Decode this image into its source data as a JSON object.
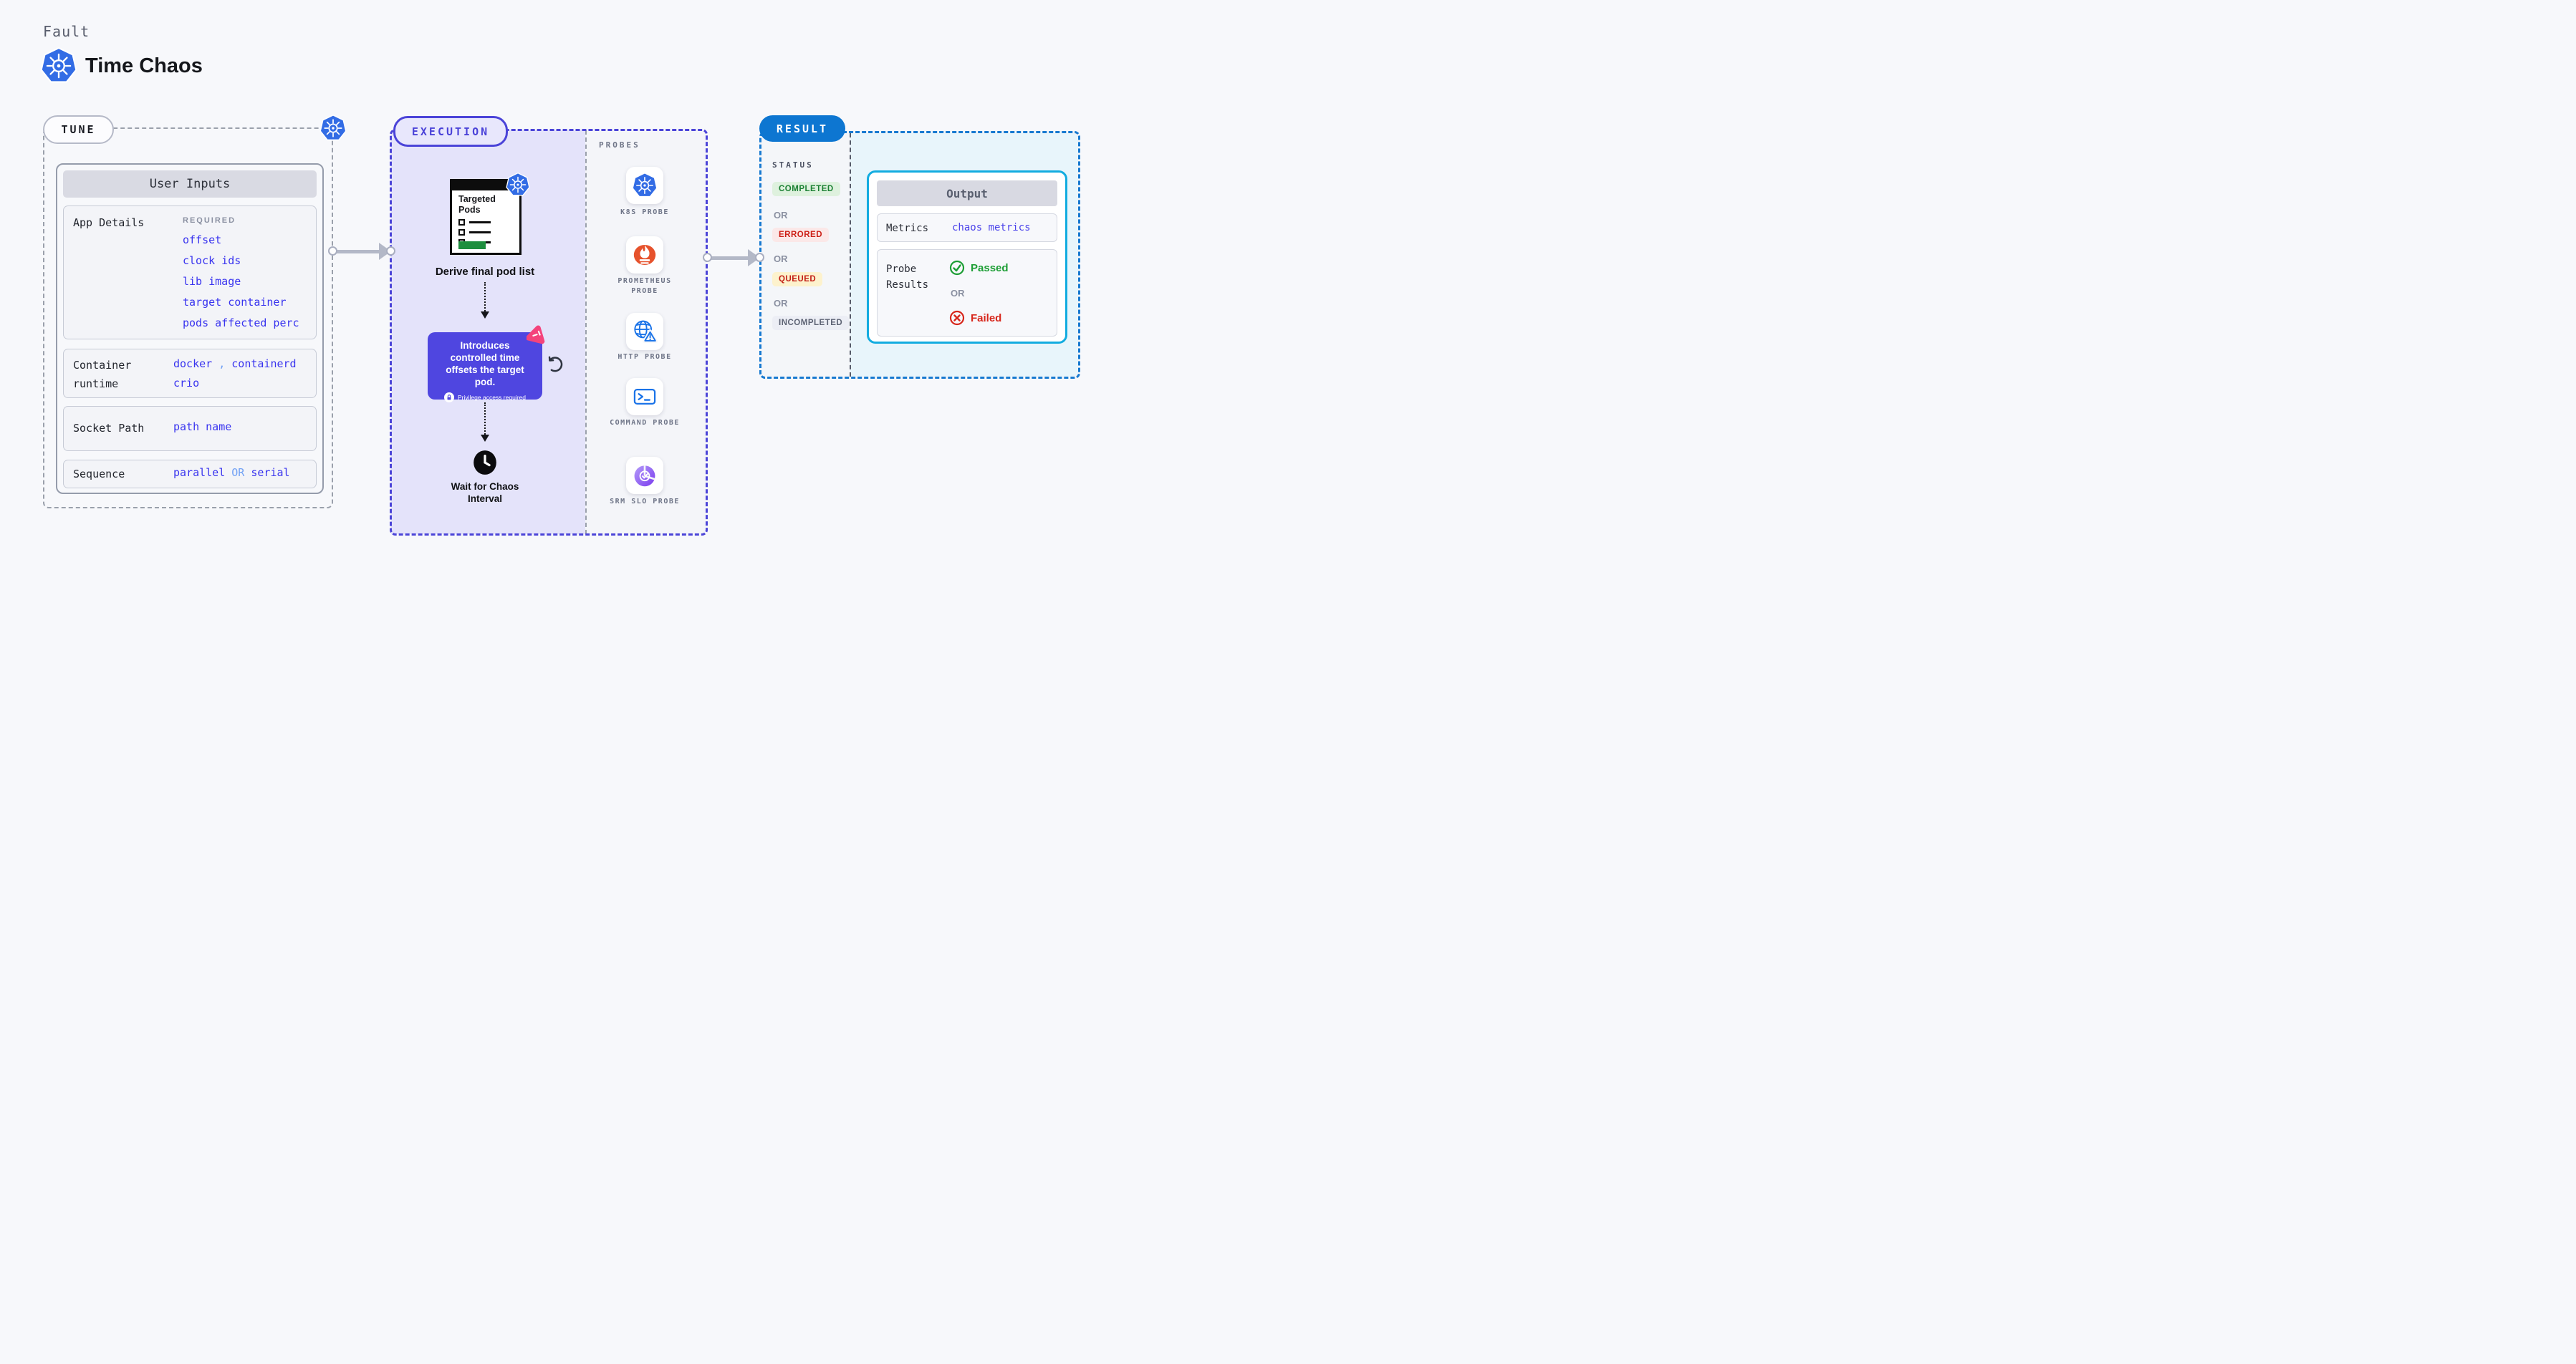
{
  "page": {
    "kicker": "Fault",
    "title": "Time Chaos"
  },
  "tune": {
    "pill": "TUNE",
    "user_inputs_title": "User Inputs",
    "app_details": {
      "label": "App Details",
      "required": "REQUIRED",
      "links": [
        "offset",
        "clock ids",
        "lib image",
        "target container",
        "pods affected perc"
      ]
    },
    "runtime": {
      "label": "Container runtime",
      "v1": "docker",
      "sep": ",",
      "v2": "containerd",
      "v3": "crio"
    },
    "socket": {
      "label": "Socket Path",
      "value": "path name"
    },
    "sequence": {
      "label": "Sequence",
      "v1": "parallel",
      "or": "OR",
      "v2": "serial"
    }
  },
  "execution": {
    "pill": "EXECUTION",
    "targeted_pods": "Targeted Pods",
    "derive": "Derive final pod list",
    "tooltip": {
      "text": "Introduces controlled time offsets the target pod.",
      "privilege": "Privilege access required"
    },
    "wait": "Wait for Chaos Interval"
  },
  "probes": {
    "title": "PROBES",
    "items": [
      {
        "icon": "k8s-icon",
        "label": "K8S PROBE"
      },
      {
        "icon": "prometheus-icon",
        "label": "PROMETHEUS PROBE"
      },
      {
        "icon": "http-icon",
        "label": "HTTP PROBE"
      },
      {
        "icon": "command-icon",
        "label": "COMMAND PROBE"
      },
      {
        "icon": "srm-slo-icon",
        "label": "SRM SLO PROBE"
      }
    ]
  },
  "result": {
    "pill": "RESULT",
    "status_title": "STATUS",
    "or": "OR",
    "badges": [
      {
        "label": "COMPLETED",
        "color": "#1b8033"
      },
      {
        "label": "ERRORED",
        "color": "#cc1f16"
      },
      {
        "label": "QUEUED",
        "color": "#c21d14"
      },
      {
        "label": "INCOMPLETED",
        "color": "#5d6374"
      }
    ],
    "output": {
      "title": "Output",
      "metrics_label": "Metrics",
      "metrics_value": "chaos metrics",
      "probe_results_label": "Probe Results",
      "passed": "Passed",
      "or": "OR",
      "failed": "Failed"
    }
  },
  "colors": {
    "kubernetes_blue": "#326ce5",
    "indigo_accent": "#4b44d8",
    "tooltip_indigo": "#4f46e0",
    "result_blue": "#0d76d1",
    "cyan_border": "#12ace0",
    "lavender_bg": "#e4e3fa",
    "cyan_bg": "#e8f5fb",
    "green": "#1d9e35",
    "red": "#d7261b",
    "queued_yellow_bg": "#fdf2cd",
    "pink_badge": "#f4437c",
    "link_blue": "#3934ef",
    "soft_blue": "#70a0f5"
  }
}
